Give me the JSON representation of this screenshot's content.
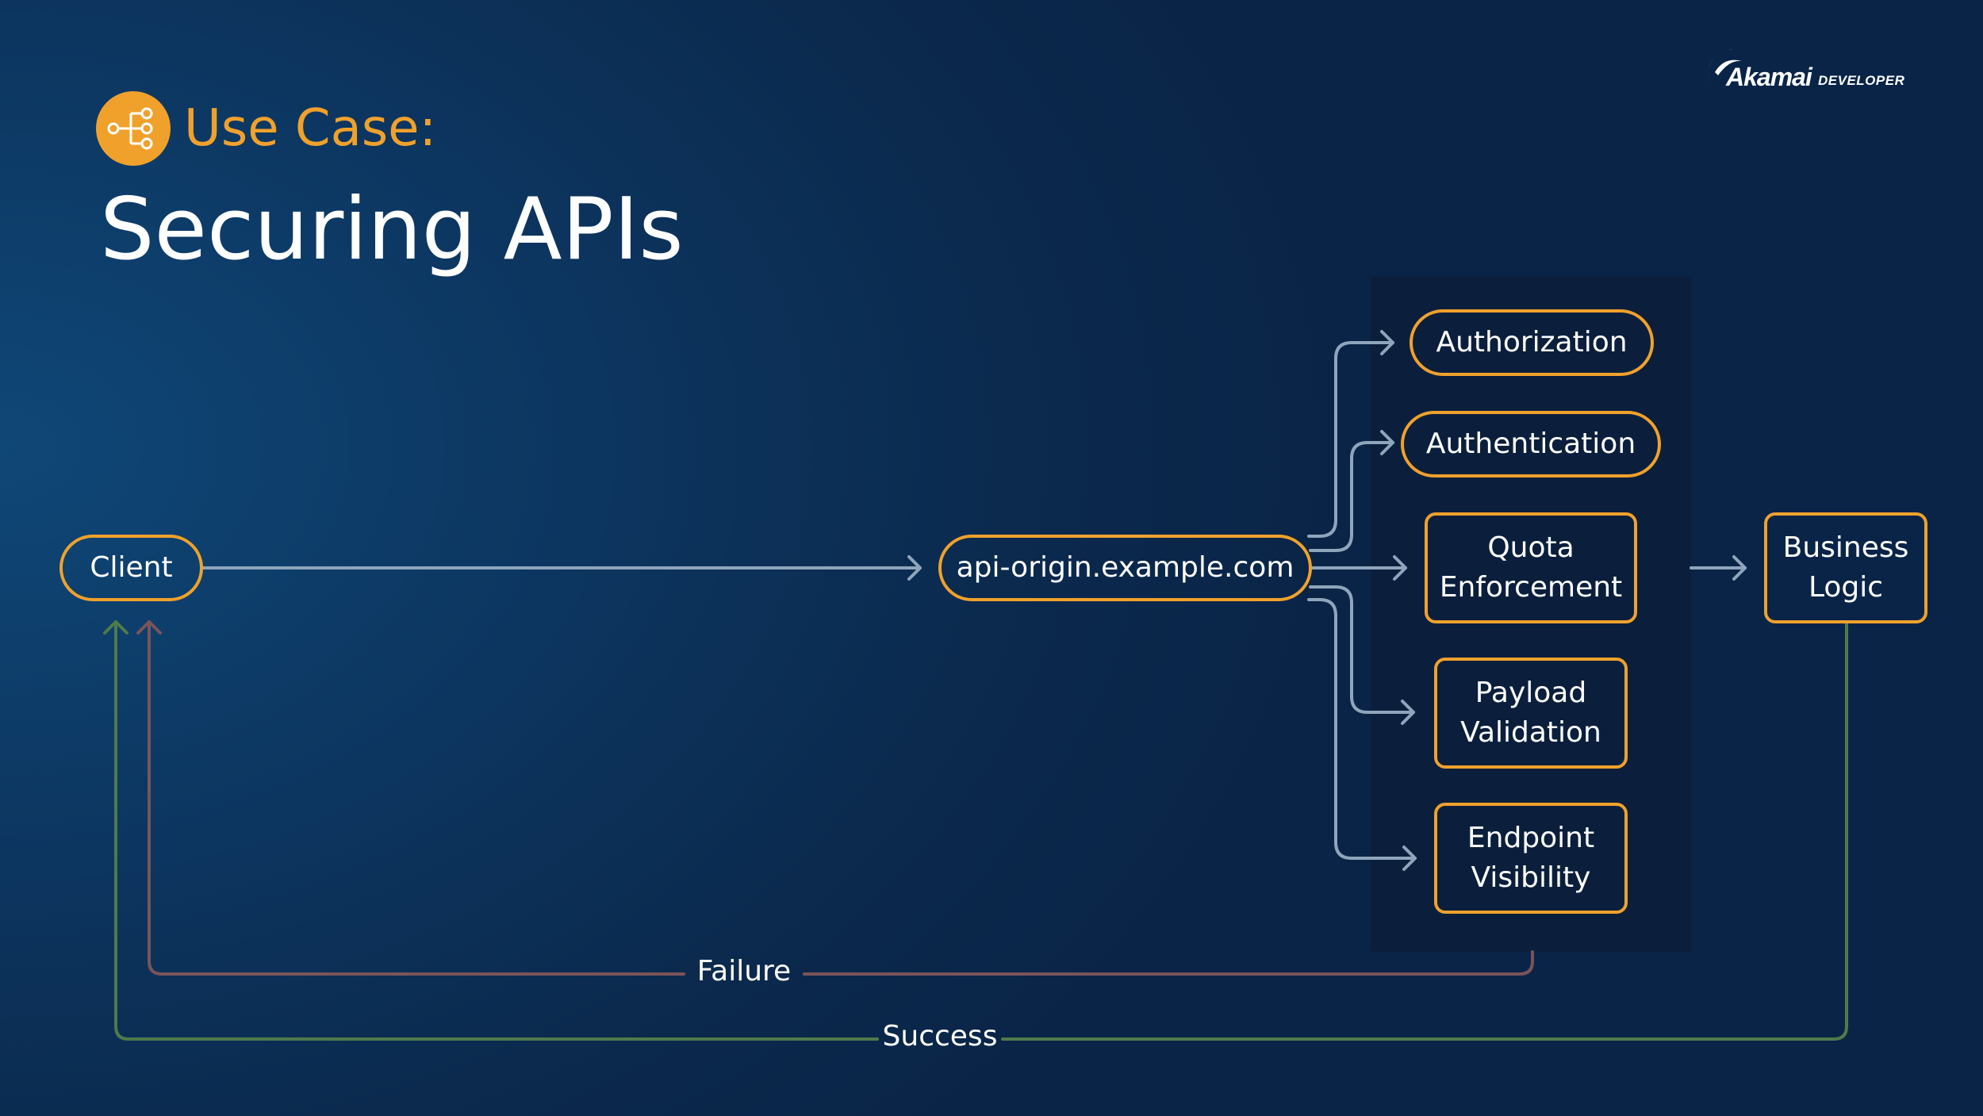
{
  "header": {
    "kicker": "Use Case:",
    "title": "Securing APIs",
    "kicker_icon": "flow-branch-icon"
  },
  "logo": {
    "icon": "akamai-wave-icon",
    "word": "Akamai",
    "sub": "DEVELOPER"
  },
  "nodes": {
    "client": "Client",
    "origin": "api-origin.example.com",
    "authorization": "Authorization",
    "authentication": "Authentication",
    "quota": "Quota\nEnforcement",
    "payload": "Payload\nValidation",
    "endpoint": "Endpoint\nVisibility",
    "business": "Business\nLogic"
  },
  "edges": {
    "failure": "Failure",
    "success": "Success"
  },
  "colors": {
    "accent": "#f0a12c",
    "connector": "#8fa5bb",
    "failure": "#7a5459",
    "success": "#4f7a4b",
    "panel": "#0b1f3c"
  }
}
